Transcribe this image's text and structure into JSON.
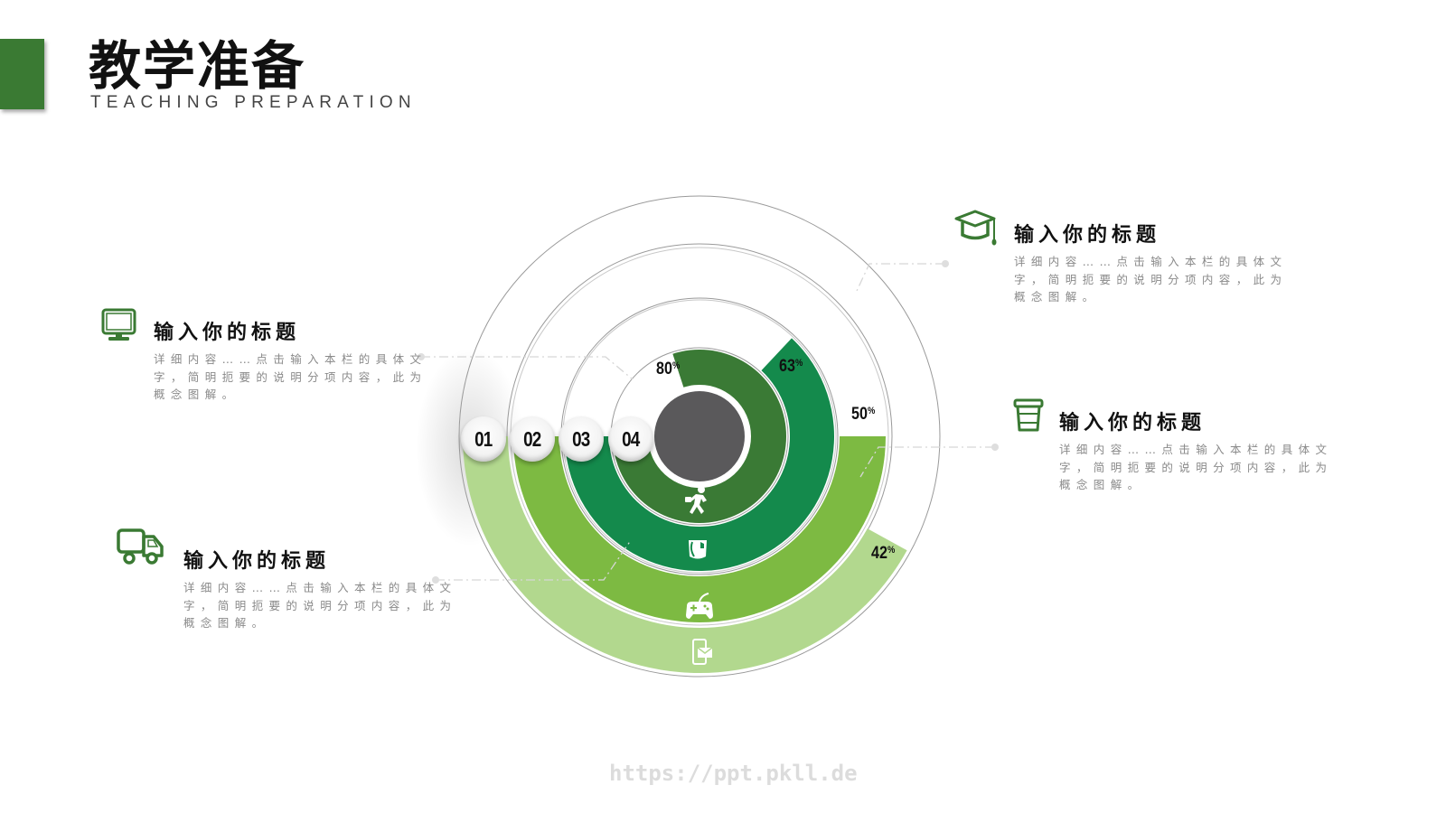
{
  "header": {
    "title": "教学准备",
    "subtitle": "TEACHING PREPARATION",
    "accent_color": "#3a7a33"
  },
  "blocks": [
    {
      "id": "top-left",
      "icon": "monitor-icon",
      "title": "输入你的标题",
      "text": "详细内容……点击输入本栏的具体文字，简明扼要的说明分项内容，此为概念图解。"
    },
    {
      "id": "bottom-left",
      "icon": "truck-icon",
      "title": "输入你的标题",
      "text": "详细内容……点击输入本栏的具体文字，简明扼要的说明分项内容，此为概念图解。"
    },
    {
      "id": "top-right",
      "icon": "graduation-cap-icon",
      "title": "输入你的标题",
      "text": "详细内容……点击输入本栏的具体文字，简明扼要的说明分项内容，此为概念图解。"
    },
    {
      "id": "mid-right",
      "icon": "coffee-cup-icon",
      "title": "输入你的标题",
      "text": "详细内容……点击输入本栏的具体文字，简明扼要的说明分项内容，此为概念图解。"
    }
  ],
  "badges": [
    "01",
    "02",
    "03",
    "04"
  ],
  "percent_sign": "%",
  "chart_data": {
    "type": "radial-bar",
    "title": "教学准备",
    "categories": [
      "01",
      "02",
      "03",
      "04"
    ],
    "values": [
      42,
      50,
      63,
      80
    ],
    "unit": "%",
    "labels": [
      "42%",
      "50%",
      "63%",
      "80%"
    ],
    "ring_order": "01 outermost → 04 innermost",
    "colors": [
      "#b2d88e",
      "#7dba42",
      "#148a4c",
      "#3a7a35"
    ],
    "ring_icons": [
      "phone-mail-icon",
      "gamepad-icon",
      "tea-cup-icon",
      "running-man-icon"
    ],
    "start_angle": "9 o'clock, sweeping counter-clockwise through bottom",
    "center_color": "#5a595b"
  },
  "watermark": "https://ppt.pkll.de"
}
